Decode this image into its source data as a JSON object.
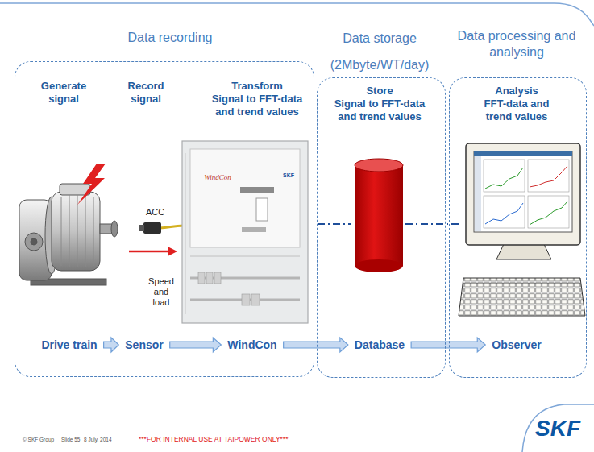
{
  "diagram": {
    "nodes": [
      {
        "text": [
          "Data recording",
          "Generate signal",
          "Record signal",
          "Transform",
          "Signal to FFT-data and trend values"
        ]
      },
      {
        "text": [
          "Data storage",
          "(2Mbyte/WT/day)",
          "Store",
          "Signal to FFT-data and trend values"
        ]
      },
      {
        "text": [
          "Data processing and analysing",
          "Analysis",
          "FFT-data and trend values"
        ]
      },
      {
        "text": [
          "Drive train"
        ],
        "in": 0
      },
      {
        "text": [
          "Sensor"
        ],
        "in": 0
      },
      {
        "text": [
          "WindCon"
        ],
        "in": 0
      },
      {
        "text": [
          "Database"
        ],
        "in": 1
      },
      {
        "text": [
          "Observer"
        ],
        "in": 2
      }
    ],
    "edges": [
      {
        "from": 3,
        "to": 4,
        "arrow": "to"
      },
      {
        "from": 4,
        "to": 5,
        "arrow": "to"
      },
      {
        "from": 5,
        "to": 6,
        "arrow": "to"
      },
      {
        "from": 6,
        "to": 7,
        "arrow": "to"
      }
    ],
    "labels": [
      "ACC",
      "Speed and load",
      "WindCon",
      "SKF",
      "© SKF Group",
      "Slide 55",
      "8 July, 2014",
      "***FOR INTERNAL USE AT TAIPOWER ONLY***",
      "SKF"
    ]
  }
}
